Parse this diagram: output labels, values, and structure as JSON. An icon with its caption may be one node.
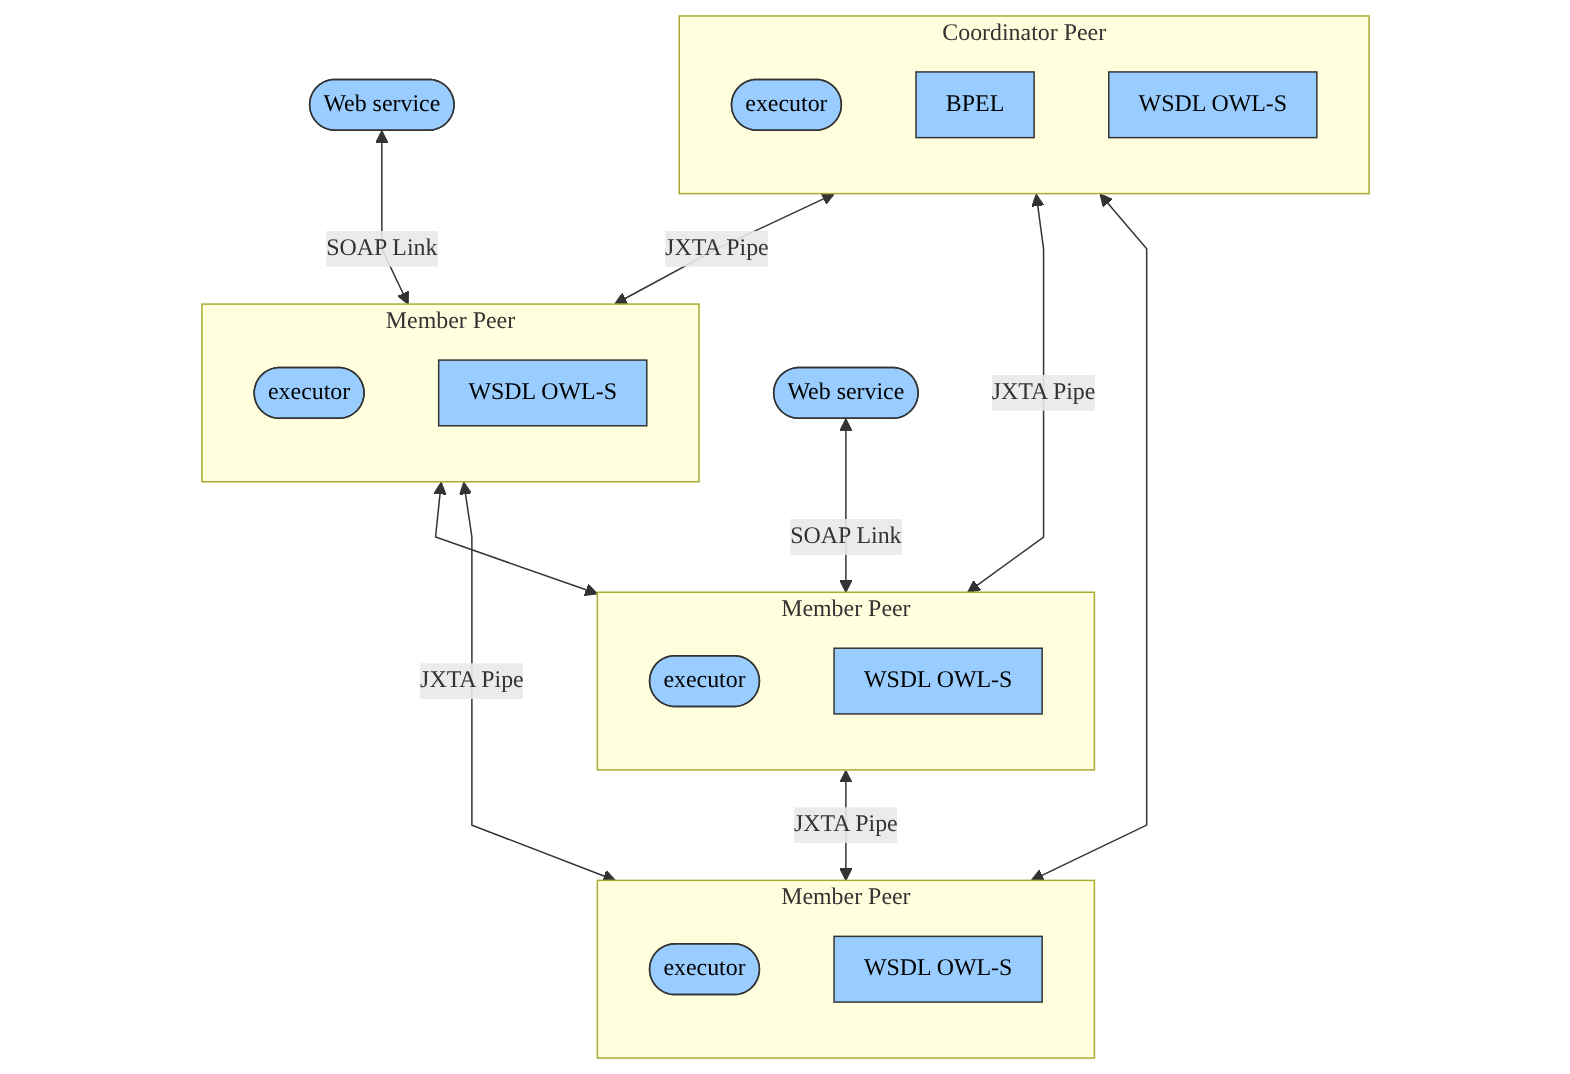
{
  "diagram": {
    "nodes": [
      {
        "text": [
          "Coordinator Peer"
        ]
      },
      {
        "text": [
          "executor"
        ],
        "in": 0
      },
      {
        "text": [
          "BPEL"
        ],
        "in": 0
      },
      {
        "text": [
          "WSDL OWL-S"
        ],
        "in": 0
      },
      {
        "text": [
          "Web service"
        ]
      },
      {
        "text": [
          "Web service"
        ]
      },
      {
        "text": [
          "Member Peer"
        ]
      },
      {
        "text": [
          "executor"
        ],
        "in": 6
      },
      {
        "text": [
          "WSDL OWL-S"
        ],
        "in": 6
      },
      {
        "text": [
          "Member Peer"
        ]
      },
      {
        "text": [
          "executor"
        ],
        "in": 9
      },
      {
        "text": [
          "WSDL OWL-S"
        ],
        "in": 9
      },
      {
        "text": [
          "Member Peer"
        ]
      },
      {
        "text": [
          "executor"
        ],
        "in": 12
      },
      {
        "text": [
          "WSDL OWL-S"
        ],
        "in": 12
      }
    ],
    "edges": [
      {
        "from": 4,
        "to": 6,
        "arrow": "both",
        "label": "SOAP Link"
      },
      {
        "from": 5,
        "to": 9,
        "arrow": "both",
        "label": "SOAP Link"
      },
      {
        "from": 0,
        "to": 6,
        "arrow": "both",
        "label": "JXTA Pipe"
      },
      {
        "from": 0,
        "to": 9,
        "arrow": "both",
        "label": "JXTA Pipe"
      },
      {
        "from": 0,
        "to": 12,
        "arrow": "both"
      },
      {
        "from": 6,
        "to": 9,
        "arrow": "both"
      },
      {
        "from": 6,
        "to": 12,
        "arrow": "both",
        "label": "JXTA Pipe"
      },
      {
        "from": 9,
        "to": 12,
        "arrow": "both",
        "label": "JXTA Pipe"
      }
    ]
  }
}
